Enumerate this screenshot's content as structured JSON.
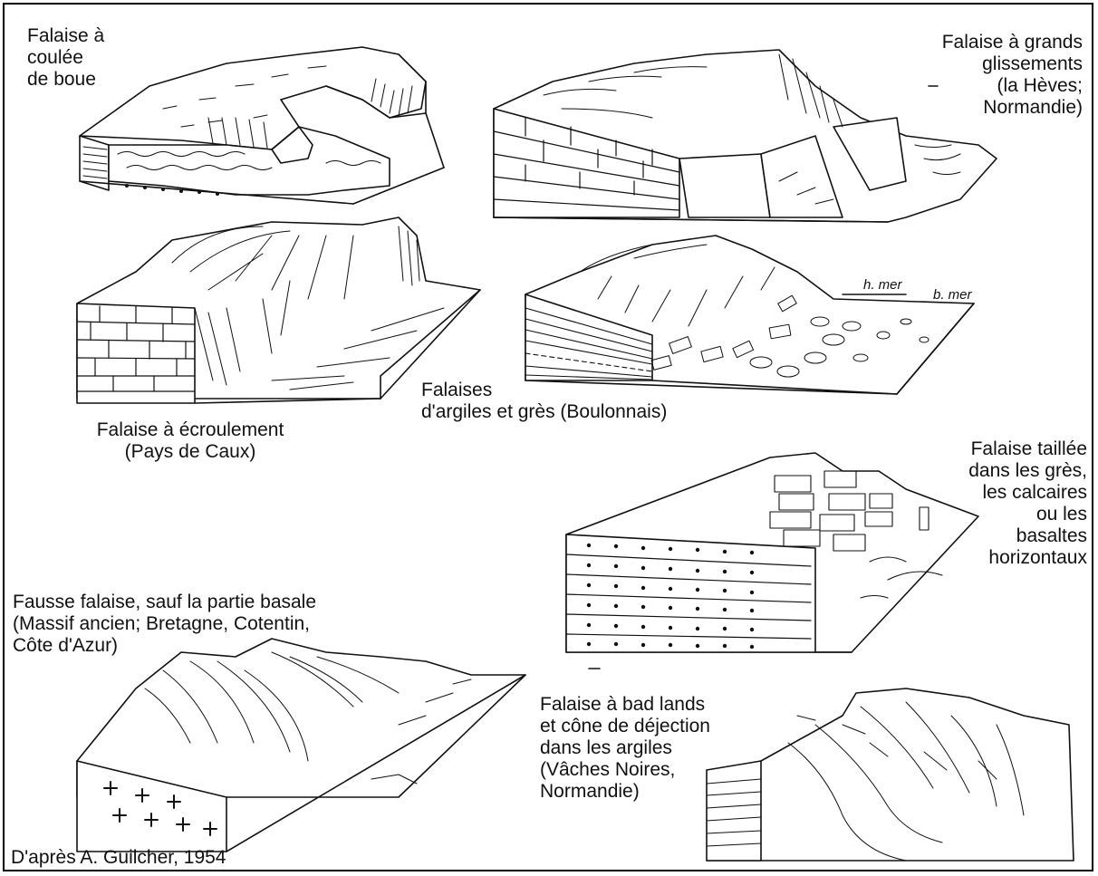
{
  "labels": {
    "coulee": "Falaise à\ncoulée\nde boue",
    "glissements": "Falaise à grands\nglissements\n(la Hèves;\nNormandie)",
    "ecroulement": "Falaise à écroulement\n(Pays de Caux)",
    "argiles": "Falaises\nd'argiles et grès (Boulonnais)",
    "hmer": "h. mer",
    "bmer": "b. mer",
    "taillee": "Falaise taillée\ndans les grès,\nles calcaires\nou les\nbasaltes\nhorizontaux",
    "fausse": "Fausse falaise, sauf la partie basale\n(Massif ancien; Bretagne, Cotentin,\nCôte d'Azur)",
    "badlands": "Falaise à bad lands\net cône de déjection\ndans les argiles\n(Vâches Noires,\nNormandie)",
    "source": "D'après A. Guilcher, 1954"
  }
}
